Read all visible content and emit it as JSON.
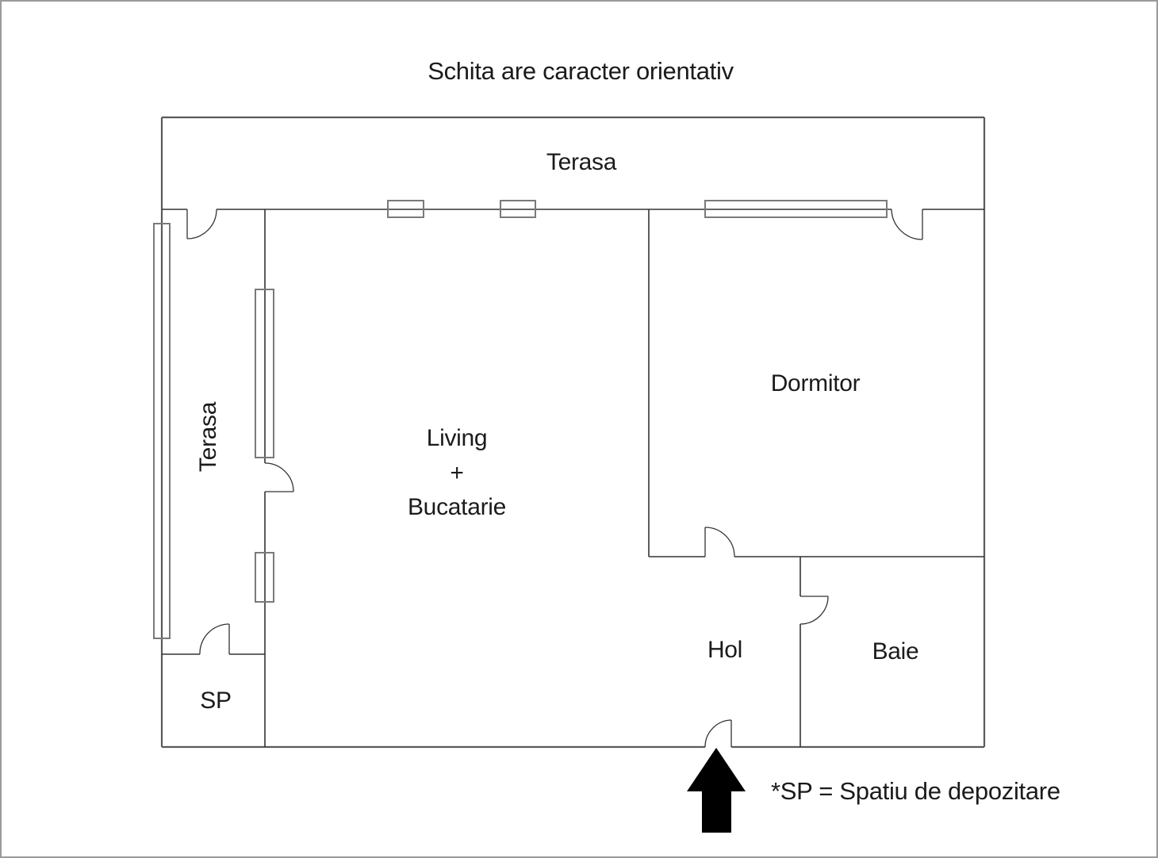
{
  "title": "Schita are caracter orientativ",
  "rooms": {
    "terasa_top": "Terasa",
    "terasa_left": "Terasa",
    "living_line1": "Living",
    "living_line2": "+",
    "living_line3": "Bucatarie",
    "dormitor": "Dormitor",
    "hol": "Hol",
    "baie": "Baie",
    "sp": "SP"
  },
  "legend": "*SP = Spatiu de depozitare",
  "colors": {
    "wall_outer": "#5a5a5a",
    "wall_inner": "#333333",
    "window": "#7a7a7a",
    "door": "#333333",
    "arrow": "#000000",
    "text": "#1b1b1b",
    "canvas_border": "#9a9a9a",
    "background": "#ffffff"
  }
}
